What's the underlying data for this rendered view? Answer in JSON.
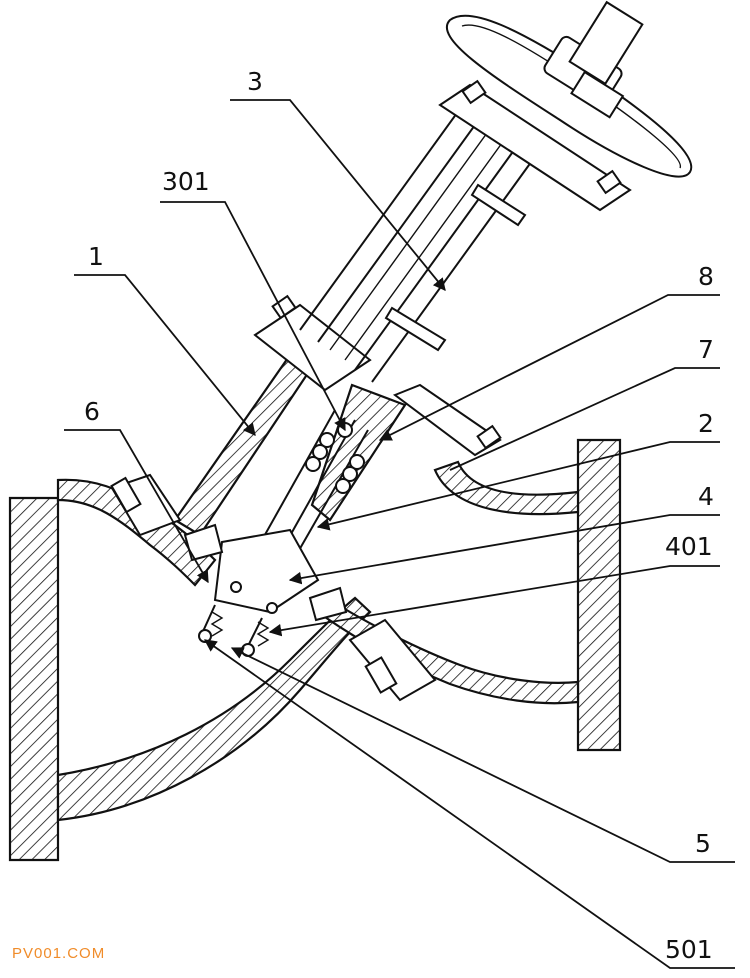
{
  "callouts": [
    {
      "id": "1",
      "text": "1"
    },
    {
      "id": "2",
      "text": "2"
    },
    {
      "id": "3",
      "text": "3"
    },
    {
      "id": "301",
      "text": "301"
    },
    {
      "id": "4",
      "text": "4"
    },
    {
      "id": "401",
      "text": "401"
    },
    {
      "id": "5",
      "text": "5"
    },
    {
      "id": "501",
      "text": "501"
    },
    {
      "id": "6",
      "text": "6"
    },
    {
      "id": "7",
      "text": "7"
    },
    {
      "id": "8",
      "text": "8"
    }
  ],
  "watermark": "PV001.COM",
  "colors": {
    "line": "#111111",
    "background": "#ffffff",
    "watermark": "#f08c2a"
  }
}
